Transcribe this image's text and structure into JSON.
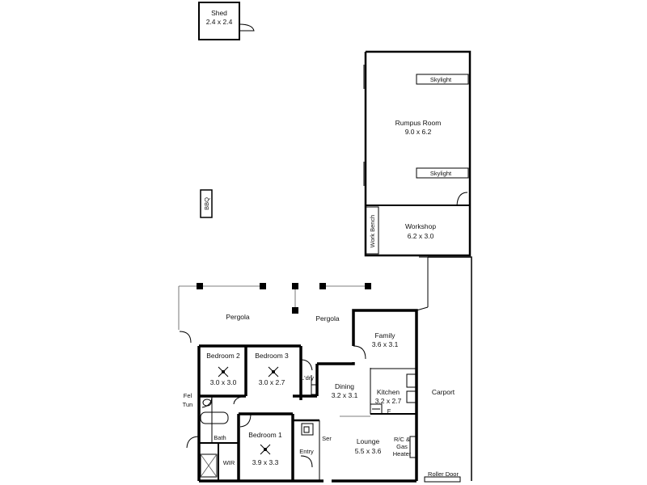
{
  "rooms": {
    "shed": {
      "name": "Shed",
      "size": "2.4 x 2.4"
    },
    "rumpus": {
      "name": "Rumpus Room",
      "size": "9.0 x 6.2"
    },
    "skylight_top": "Skylight",
    "skylight_bottom": "Skylight",
    "workbench": "Work Bench",
    "workshop": {
      "name": "Workshop",
      "size": "6.2 x 3.0"
    },
    "bbq": "BBQ",
    "pergola_left": "Pergola",
    "pergola_right": "Pergola",
    "family": {
      "name": "Family",
      "size": "3.6 x 3.1"
    },
    "bedroom2": {
      "name": "Bedroom 2",
      "size": "3.0 x 3.0"
    },
    "bedroom3": {
      "name": "Bedroom 3",
      "size": "3.0 x 2.7"
    },
    "ldry": "L'dry",
    "dining": {
      "name": "Dining",
      "size": "3.2 x 3.1"
    },
    "kitchen": {
      "name": "Kitchen",
      "size": "3.2 x 2.7"
    },
    "carport": "Carport",
    "fel_tun": [
      "Fel",
      "Tun"
    ],
    "bath": "Bath",
    "bedroom1": {
      "name": "Bedroom 1",
      "size": "3.9 x 3.3"
    },
    "wir": "WIR",
    "ser": "Ser",
    "entry": "Entry",
    "lounge": {
      "name": "Lounge",
      "size": "5.5 x 3.6"
    },
    "rc_gas_heater": [
      "R/C &",
      "Gas",
      "Heater"
    ],
    "roller_door": "Roller Door",
    "fridge_label": "F"
  }
}
